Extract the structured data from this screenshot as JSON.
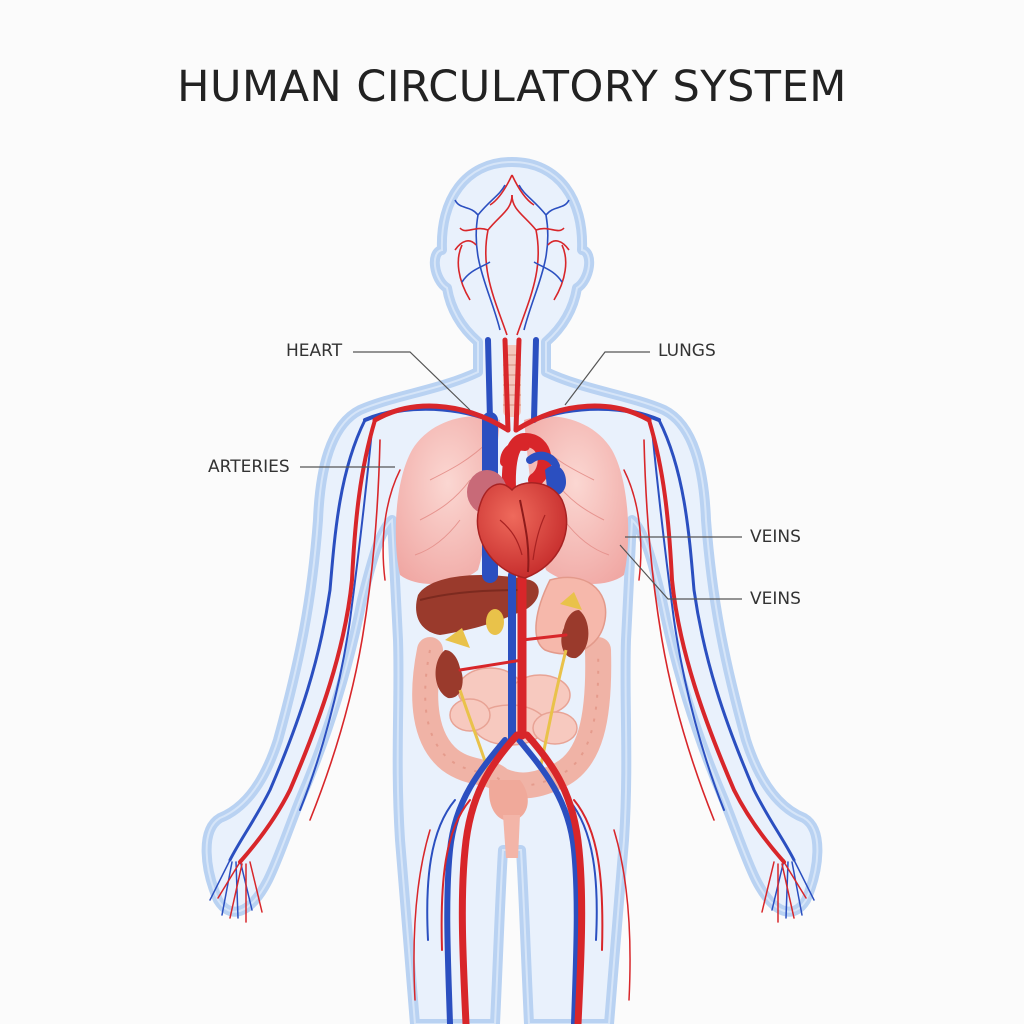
{
  "title": "HUMAN CIRCULATORY SYSTEM",
  "labels": {
    "heart": "HEART",
    "lungs": "LUNGS",
    "arteries": "ARTERIES",
    "veins_upper": "VEINS",
    "veins_lower": "VEINS"
  },
  "colors": {
    "artery": "#d8262a",
    "vein": "#2b4fc0",
    "body_fill": "#eef4fd",
    "body_outline": "#b9d2f2",
    "lung": "#f4b9b9",
    "heart": "#d93a3a",
    "liver": "#9a3a2c",
    "intestine": "#f0b3a6"
  }
}
